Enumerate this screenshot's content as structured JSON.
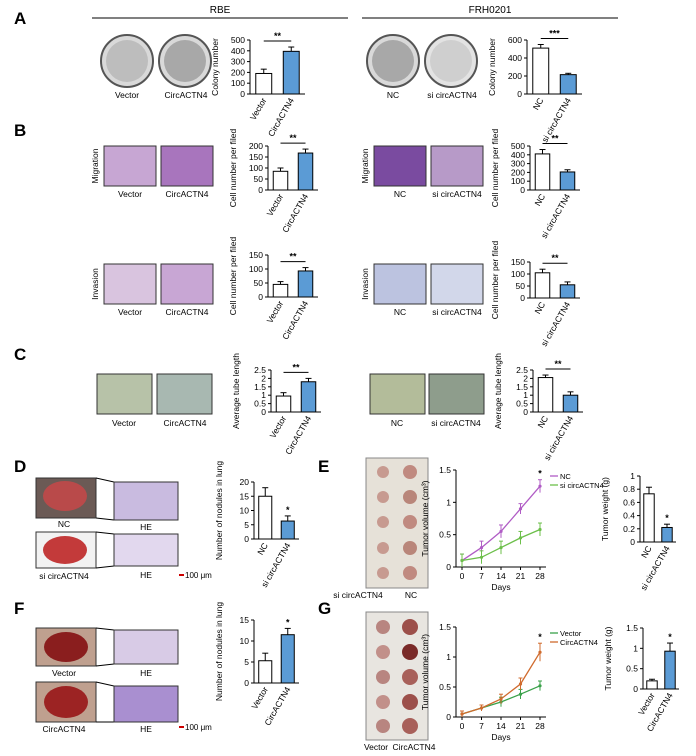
{
  "panels": {
    "A": "A",
    "B": "B",
    "C": "C",
    "D": "D",
    "E": "E",
    "F": "F",
    "G": "G"
  },
  "cell_lines": {
    "left": "RBE",
    "right": "FRH0201"
  },
  "images": {
    "A_left": [
      "Vector",
      "CircACTN4"
    ],
    "A_right": [
      "NC",
      "si circACTN4"
    ],
    "B_mig_left": [
      "Vector",
      "CircACTN4"
    ],
    "B_mig_right": [
      "NC",
      "si circACTN4"
    ],
    "B_inv_left": [
      "Vector",
      "CircACTN4"
    ],
    "B_inv_right": [
      "NC",
      "si circACTN4"
    ],
    "C_left": [
      "Vector",
      "CircACTN4"
    ],
    "C_right": [
      "NC",
      "si circACTN4"
    ],
    "D_lungs": [
      "NC",
      "si circACTN4"
    ],
    "F_lungs": [
      "Vector",
      "CircACTN4"
    ],
    "he": "HE",
    "scale_bar": "100 μm",
    "E_tumors": [
      "si circACTN4",
      "NC"
    ],
    "G_tumors": [
      "Vector",
      "CircACTN4"
    ]
  },
  "side_labels": {
    "migration": "Migration",
    "invasion": "Invasion"
  },
  "chart_data": [
    {
      "id": "A_left",
      "type": "bar",
      "categories": [
        "Vector",
        "CircACTN4"
      ],
      "values": [
        190,
        395
      ],
      "errors": [
        40,
        40
      ],
      "colors": [
        "#ffffff",
        "#5b9bd5"
      ],
      "ylabel": "Colony number",
      "ylim": [
        0,
        500
      ],
      "yticks": [
        0,
        100,
        200,
        300,
        400,
        500
      ],
      "significance": "**"
    },
    {
      "id": "A_right",
      "type": "bar",
      "categories": [
        "NC",
        "si circACTN4"
      ],
      "values": [
        510,
        215
      ],
      "errors": [
        40,
        15
      ],
      "colors": [
        "#ffffff",
        "#5b9bd5"
      ],
      "ylabel": "Colony number",
      "ylim": [
        0,
        600
      ],
      "yticks": [
        0,
        200,
        400,
        600
      ],
      "significance": "***"
    },
    {
      "id": "B_mig_left",
      "type": "bar",
      "categories": [
        "Vector",
        "CircACTN4"
      ],
      "values": [
        85,
        168
      ],
      "errors": [
        15,
        18
      ],
      "colors": [
        "#ffffff",
        "#5b9bd5"
      ],
      "ylabel": "Cell number per filed",
      "ylim": [
        0,
        200
      ],
      "yticks": [
        0,
        50,
        100,
        150,
        200
      ],
      "significance": "**"
    },
    {
      "id": "B_mig_right",
      "type": "bar",
      "categories": [
        "NC",
        "si circACTN4"
      ],
      "values": [
        410,
        205
      ],
      "errors": [
        50,
        25
      ],
      "colors": [
        "#ffffff",
        "#5b9bd5"
      ],
      "ylabel": "Cell number per filed",
      "ylim": [
        0,
        500
      ],
      "yticks": [
        0,
        100,
        200,
        300,
        400,
        500
      ],
      "significance": "**"
    },
    {
      "id": "B_inv_left",
      "type": "bar",
      "categories": [
        "Vector",
        "CircACTN4"
      ],
      "values": [
        45,
        93
      ],
      "errors": [
        10,
        12
      ],
      "colors": [
        "#ffffff",
        "#5b9bd5"
      ],
      "ylabel": "Cell number per filed",
      "ylim": [
        0,
        150
      ],
      "yticks": [
        0,
        50,
        100,
        150
      ],
      "significance": "**"
    },
    {
      "id": "B_inv_right",
      "type": "bar",
      "categories": [
        "NC",
        "si circACTN4"
      ],
      "values": [
        105,
        55
      ],
      "errors": [
        15,
        12
      ],
      "colors": [
        "#ffffff",
        "#5b9bd5"
      ],
      "ylabel": "Cell number per filed",
      "ylim": [
        0,
        150
      ],
      "yticks": [
        0,
        50,
        100,
        150
      ],
      "significance": "**"
    },
    {
      "id": "C_left",
      "type": "bar",
      "categories": [
        "Vector",
        "CircACTN4"
      ],
      "values": [
        0.95,
        1.8
      ],
      "errors": [
        0.2,
        0.2
      ],
      "colors": [
        "#ffffff",
        "#5b9bd5"
      ],
      "ylabel": "Average tube length",
      "ylim": [
        0,
        2.5
      ],
      "yticks": [
        0,
        0.5,
        1.0,
        1.5,
        2.0,
        2.5
      ],
      "significance": "**"
    },
    {
      "id": "C_right",
      "type": "bar",
      "categories": [
        "NC",
        "si circACTN4"
      ],
      "values": [
        2.05,
        1.0
      ],
      "errors": [
        0.15,
        0.2
      ],
      "colors": [
        "#ffffff",
        "#5b9bd5"
      ],
      "ylabel": "Average tube length",
      "ylim": [
        0,
        2.5
      ],
      "yticks": [
        0,
        0.5,
        1.0,
        1.5,
        2.0,
        2.5
      ],
      "significance": "**"
    },
    {
      "id": "D",
      "type": "bar",
      "categories": [
        "NC",
        "si circACTN4"
      ],
      "values": [
        15,
        6.3
      ],
      "errors": [
        3,
        1.8
      ],
      "colors": [
        "#ffffff",
        "#5b9bd5"
      ],
      "ylabel": "Number of nodules in lung",
      "ylim": [
        0,
        20
      ],
      "yticks": [
        0,
        5,
        10,
        15,
        20
      ],
      "significance": "*"
    },
    {
      "id": "E_weight",
      "type": "bar",
      "categories": [
        "NC",
        "si circACTN4"
      ],
      "values": [
        0.73,
        0.22
      ],
      "errors": [
        0.1,
        0.05
      ],
      "colors": [
        "#ffffff",
        "#5b9bd5"
      ],
      "ylabel": "Tumor weight (g)",
      "ylim": [
        0,
        1.0
      ],
      "yticks": [
        0,
        0.2,
        0.4,
        0.6,
        0.8,
        1.0
      ],
      "significance": "*"
    },
    {
      "id": "F",
      "type": "bar",
      "categories": [
        "Vector",
        "CircACTN4"
      ],
      "values": [
        5.3,
        11.5
      ],
      "errors": [
        1.8,
        1.5
      ],
      "colors": [
        "#ffffff",
        "#5b9bd5"
      ],
      "ylabel": "Number of nodules in lung",
      "ylim": [
        0,
        15
      ],
      "yticks": [
        0,
        5,
        10,
        15
      ],
      "significance": "*"
    },
    {
      "id": "G_weight",
      "type": "bar",
      "categories": [
        "Vector",
        "CircACTN4"
      ],
      "values": [
        0.2,
        0.93
      ],
      "errors": [
        0.04,
        0.2
      ],
      "colors": [
        "#ffffff",
        "#5b9bd5"
      ],
      "ylabel": "Tumor weight (g)",
      "ylim": [
        0,
        1.5
      ],
      "yticks": [
        0,
        0.5,
        1.0,
        1.5
      ],
      "significance": "*"
    },
    {
      "id": "E_volume",
      "type": "line",
      "x": [
        0,
        7,
        14,
        21,
        28
      ],
      "xlabel": "Days",
      "ylabel": "Tumor volume (cm³)",
      "ylim": [
        0,
        1.5
      ],
      "yticks": [
        0,
        0.5,
        1.0,
        1.5
      ],
      "significance": "*",
      "series": [
        {
          "name": "NC",
          "values": [
            0.1,
            0.3,
            0.55,
            0.9,
            1.25
          ],
          "errors": [
            0.1,
            0.1,
            0.1,
            0.08,
            0.1
          ],
          "color": "#b05cc5"
        },
        {
          "name": "si circACTN4",
          "values": [
            0.1,
            0.15,
            0.3,
            0.45,
            0.58
          ],
          "errors": [
            0.1,
            0.1,
            0.1,
            0.1,
            0.1
          ],
          "color": "#6cbf4a"
        }
      ]
    },
    {
      "id": "G_volume",
      "type": "line",
      "x": [
        0,
        7,
        14,
        21,
        28
      ],
      "xlabel": "Days",
      "ylabel": "Tumor volume (cm³)",
      "ylim": [
        0,
        1.5
      ],
      "yticks": [
        0,
        0.5,
        1.0,
        1.5
      ],
      "significance": "*",
      "series": [
        {
          "name": "Vector",
          "values": [
            0.05,
            0.15,
            0.25,
            0.38,
            0.52
          ],
          "errors": [
            0.05,
            0.05,
            0.08,
            0.08,
            0.08
          ],
          "color": "#3aa14a"
        },
        {
          "name": "CircACTN4",
          "values": [
            0.05,
            0.15,
            0.3,
            0.55,
            1.08
          ],
          "errors": [
            0.05,
            0.05,
            0.08,
            0.1,
            0.15
          ],
          "color": "#d06b2e"
        }
      ]
    }
  ]
}
